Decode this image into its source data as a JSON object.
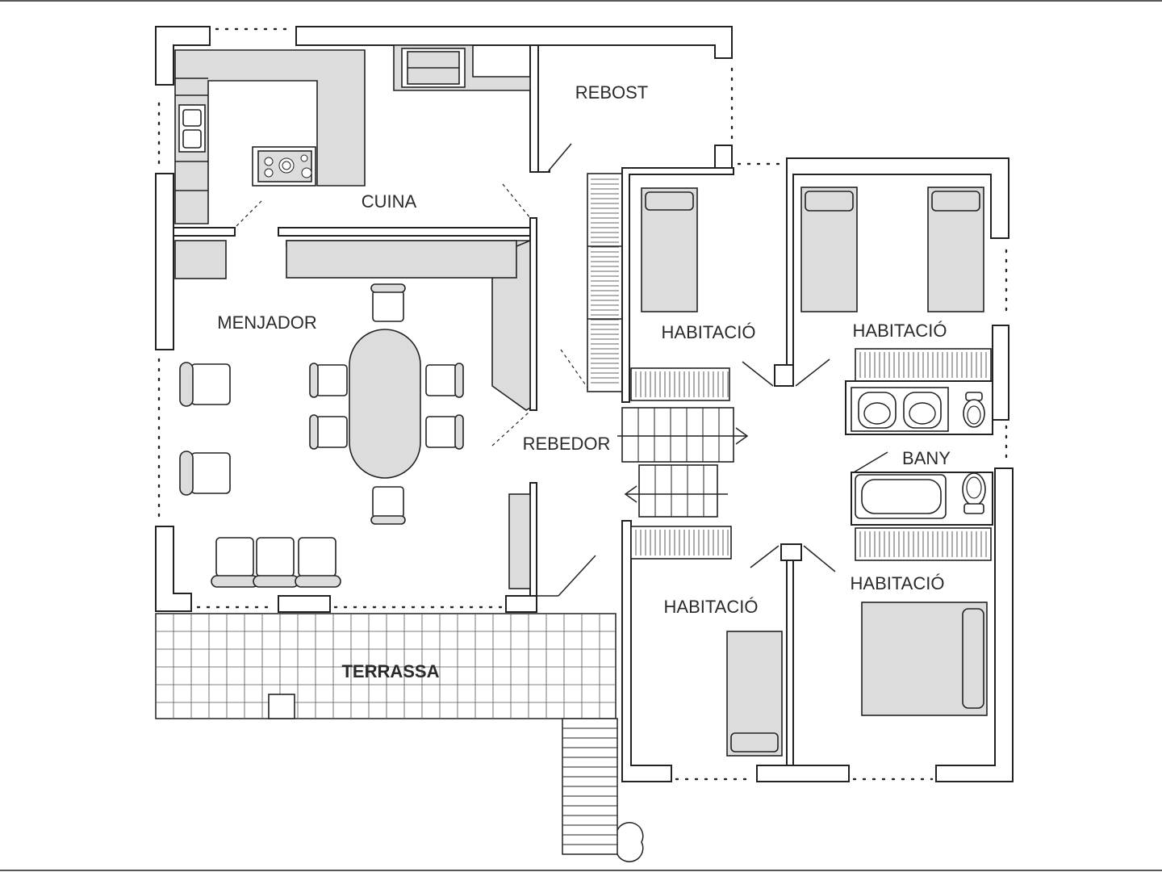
{
  "plan": {
    "rooms": {
      "rebost": "REBOST",
      "cuina": "CUINA",
      "menjador": "MENJADOR",
      "rebedor": "REBEDOR",
      "habitacio_1": "HABITACIÓ",
      "habitacio_2": "HABITACIÓ",
      "bany": "BANY",
      "habitacio_3": "HABITACIÓ",
      "habitacio_4": "HABITACIÓ",
      "terrassa": "TERRASSA"
    },
    "colors": {
      "wall_stroke": "#222222",
      "furniture_fill": "#dcdcdc",
      "background": "#ffffff"
    }
  }
}
